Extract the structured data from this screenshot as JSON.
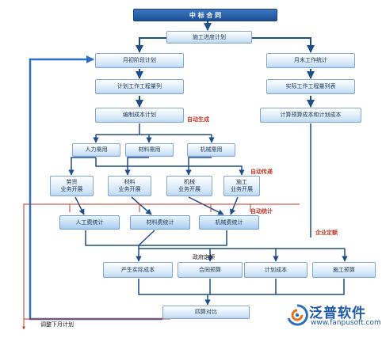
{
  "nodes": {
    "contract": "中  标  合  同",
    "schedule_plan": "施工进度计划",
    "early_month_plan": "月初阶段计划",
    "plan_quantity_list": "计划工作工程量列",
    "prepare_cost_plan": "编制成本计划",
    "labor_demand": "人力需用",
    "material_demand": "材料需用",
    "machinery_demand": "机械需用",
    "labor_business": "劳资\n业务开展",
    "material_business": "材料\n业务开展",
    "machinery_business": "机械\n业务开展",
    "construction_business": "施工\n业务开展",
    "labor_cost_stat": "人工费统计",
    "material_cost_stat": "材料费统计",
    "machinery_cost_stat": "机械费统计",
    "month_end_stat": "月末工作统计",
    "actual_quantity_list": "实际工作工程量列表",
    "budget_cost_calc": "计算预算成本和计划成本",
    "actual_cost": "产生实际成本",
    "contract_budget": "合同预算",
    "planned_cost": "计划成本",
    "construction_budget": "施工预算",
    "four_way_compare": "四算对比"
  },
  "annotations": {
    "auto_generate": "自动生成",
    "auto_transfer": "自动传递",
    "auto_stat": "自动统计",
    "enterprise_quota": "企业定额",
    "gov_quota": "政府定额",
    "adjust_next_month": "调整下月计划"
  },
  "logo": {
    "name": "泛普软件",
    "url": "www.fanpusoft.com",
    "icon": "fanpu-swirl-logo-icon"
  },
  "colors": {
    "arrow": "#1f4e8c",
    "loop_blue": "#2f6fbf",
    "loop_red": "#c0392b",
    "annotation_red": "#c0392b"
  }
}
